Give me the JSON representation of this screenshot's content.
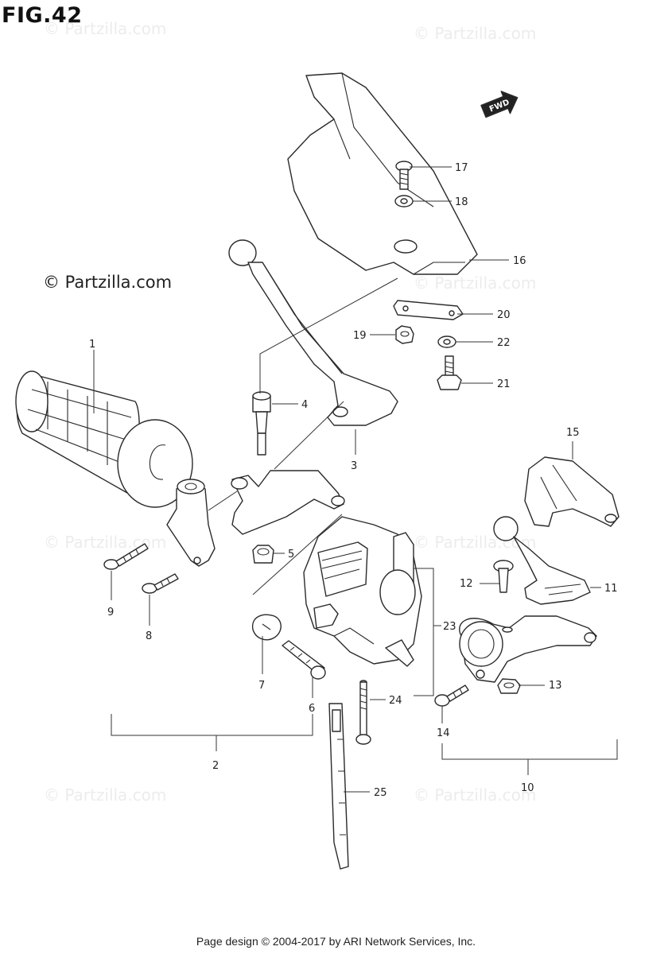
{
  "figure_title": "FIG.42",
  "copyright_label": "© Partzilla.com",
  "watermark_text": "© Partzilla.com",
  "footer_text": "Page design © 2004-2017 by ARI Network Services, Inc.",
  "fwd_label": "FWD",
  "callouts": [
    "1",
    "2",
    "3",
    "4",
    "5",
    "6",
    "7",
    "8",
    "9",
    "10",
    "11",
    "12",
    "13",
    "14",
    "15",
    "16",
    "17",
    "18",
    "19",
    "20",
    "21",
    "22",
    "23",
    "24",
    "25"
  ]
}
